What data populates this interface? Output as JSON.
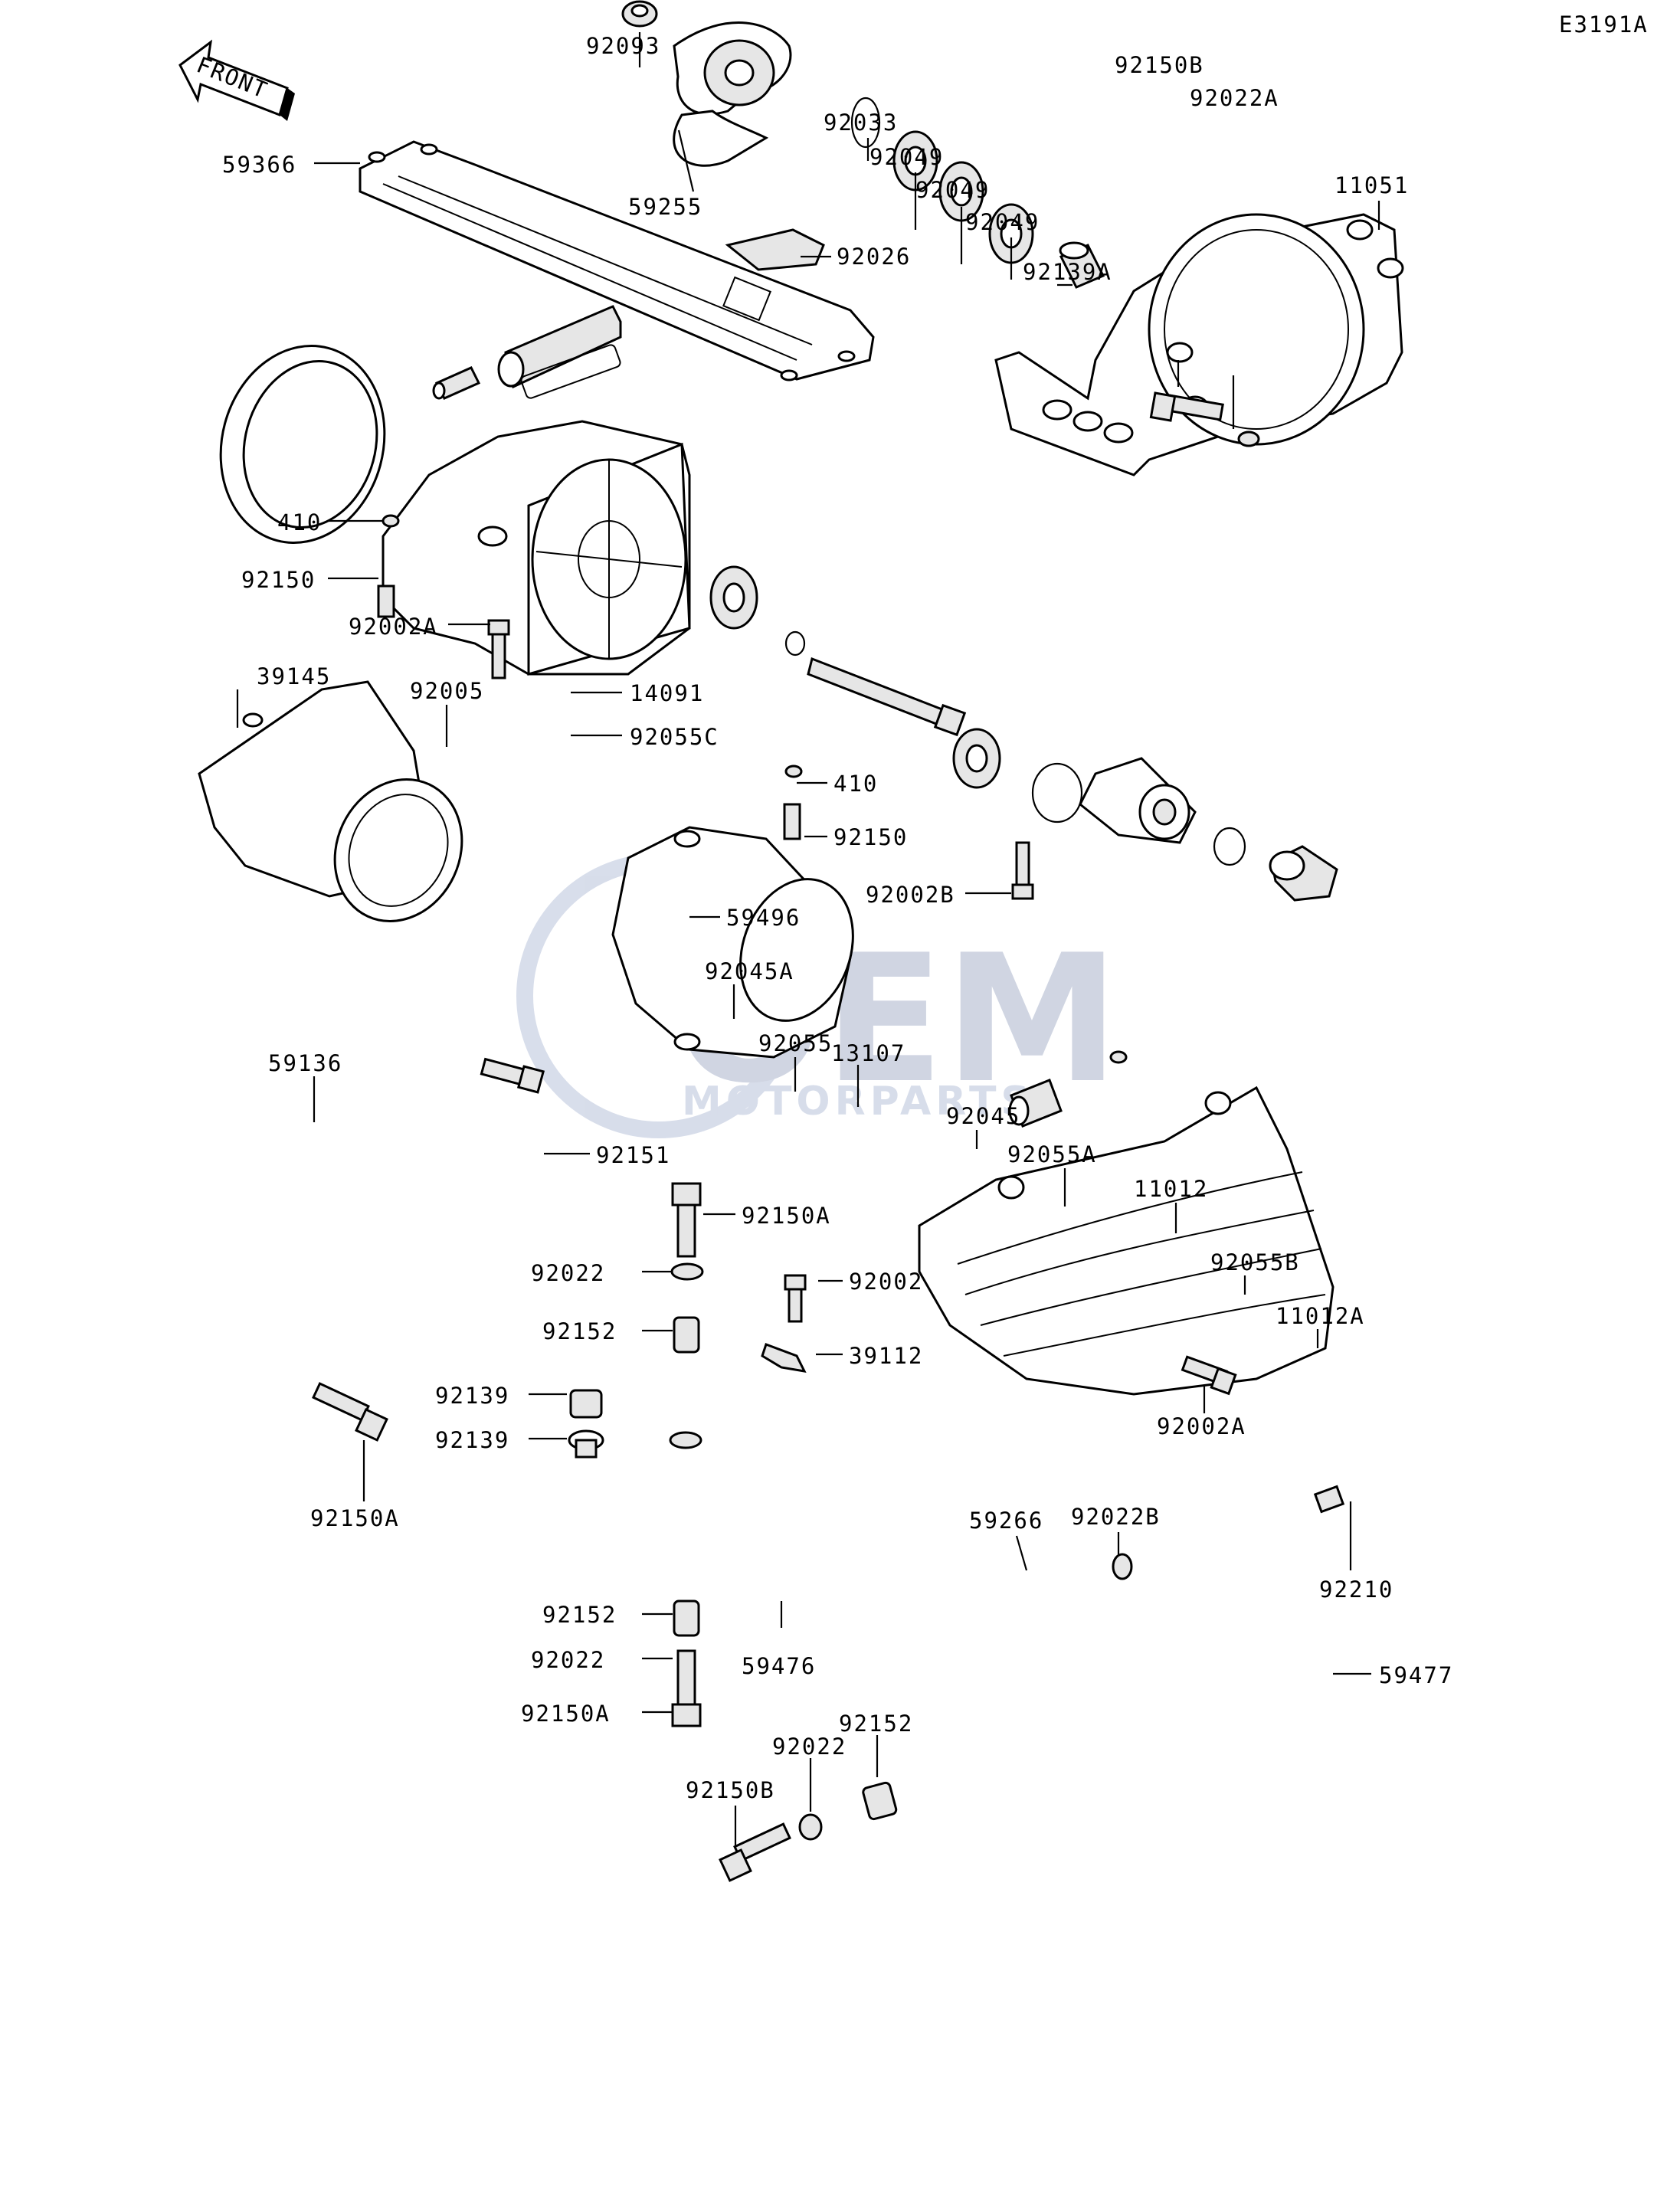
{
  "diagram_code": "E3191A",
  "front_arrow_label": "FRONT",
  "watermark": {
    "logo_text": "OEM",
    "sub_text": "MOTORPARTS",
    "color": "#9aa7c4"
  },
  "labels": {
    "p92093": "92093",
    "p92033": "92033",
    "p92049a": "92049",
    "p92049b": "92049",
    "p92049c": "92049",
    "p59255": "59255",
    "p92150B_top": "92150B",
    "p92022A": "92022A",
    "p11051": "11051",
    "p59366": "59366",
    "p92139A": "92139A",
    "p92026": "92026",
    "p410_top": "410",
    "p92150_top": "92150",
    "p92002A_top": "92002A",
    "p39145": "39145",
    "p92005": "92005",
    "p14091": "14091",
    "p92055C": "92055C",
    "p410_mid": "410",
    "p92150_mid": "92150",
    "p92002B": "92002B",
    "p59496": "59496",
    "p92045A": "92045A",
    "p92055": "92055",
    "p13107": "13107",
    "p92045": "92045",
    "p59136": "59136",
    "p92151": "92151",
    "p92055A": "92055A",
    "p11012": "11012",
    "p92150A_a": "92150A",
    "p92022_a": "92022",
    "p92002": "92002",
    "p92055B": "92055B",
    "p11012A": "11012A",
    "p92152_a": "92152",
    "p39112": "39112",
    "p92139_a": "92139",
    "p92139_b": "92139",
    "p92002A_bot": "92002A",
    "p92150A_left": "92150A",
    "p59266": "59266",
    "p92022B": "92022B",
    "p92210": "92210",
    "p92152_b": "92152",
    "p92022_b": "92022",
    "p59476": "59476",
    "p59477": "59477",
    "p92150A_b": "92150A",
    "p92152_c": "92152",
    "p92022_c": "92022",
    "p92150B_bot": "92150B"
  }
}
